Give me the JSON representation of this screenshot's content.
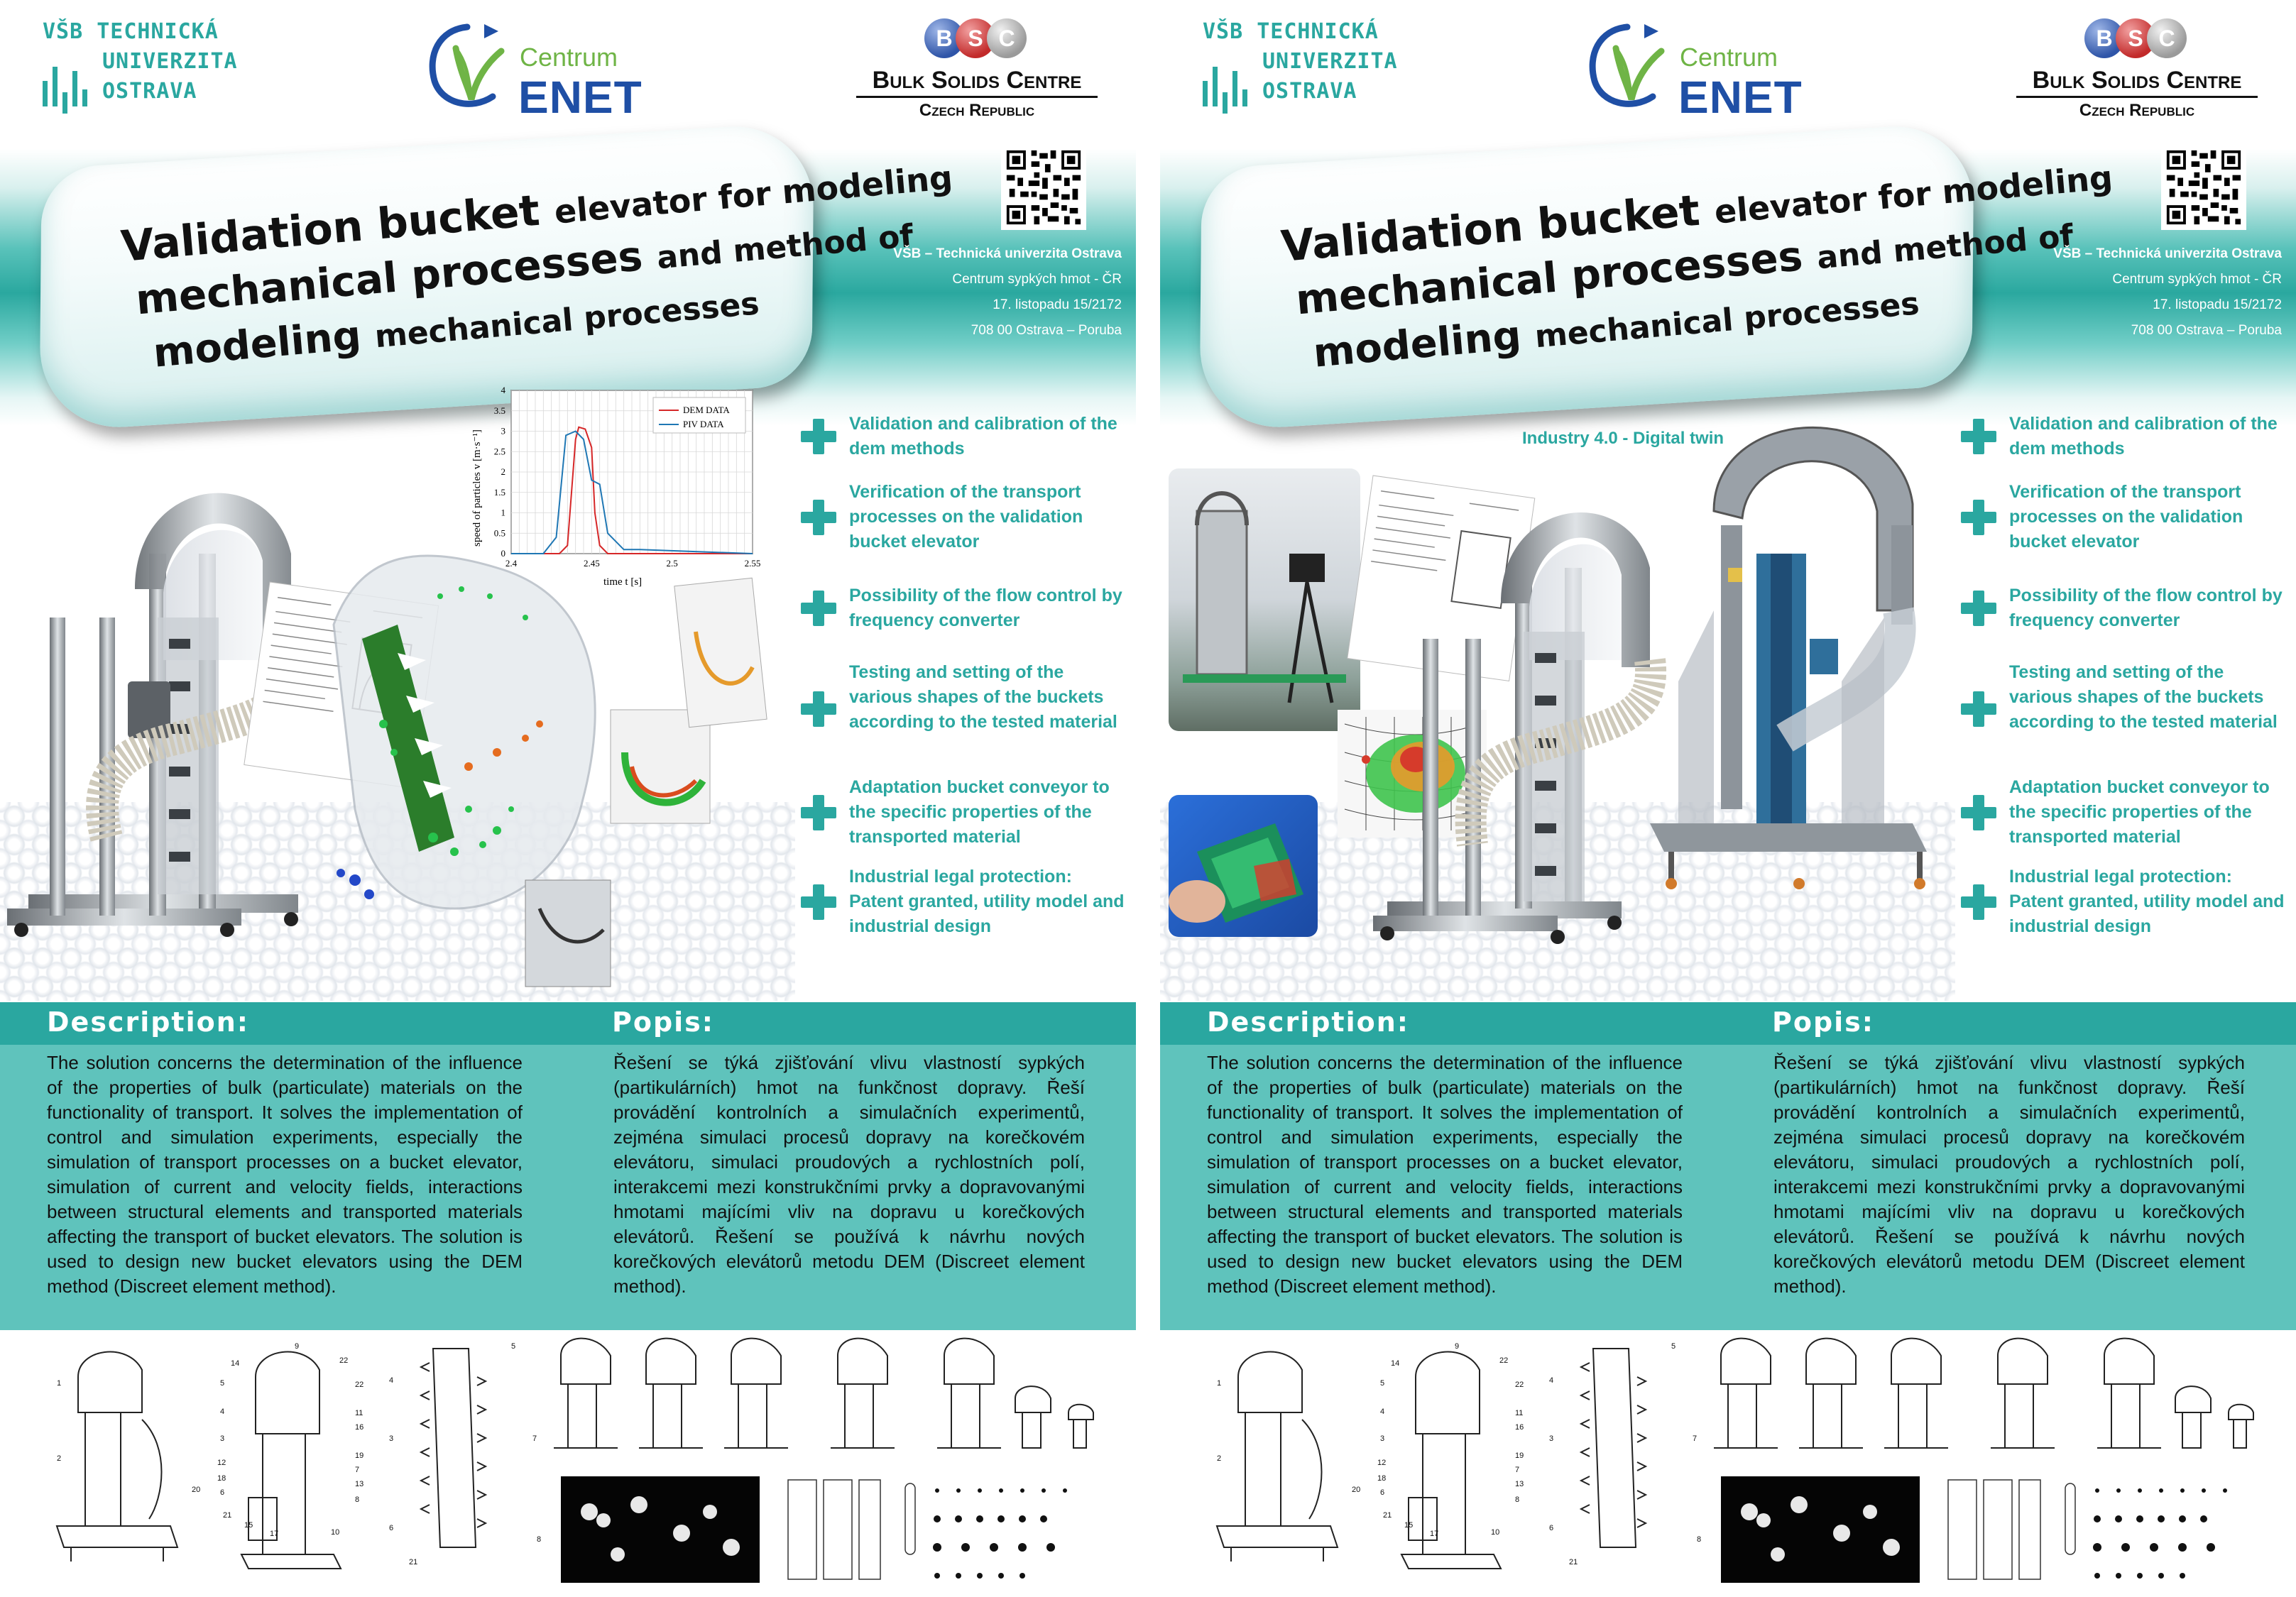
{
  "header": {
    "vsb": {
      "line1": "VŠB TECHNICKÁ",
      "line2": "UNIVERZITA",
      "line3": "OSTRAVA"
    },
    "enet": {
      "centrum": "Centrum",
      "name": "ENET"
    },
    "bsc": {
      "b": "B",
      "s": "S",
      "c": "C",
      "title": "Bulk Solids Centre",
      "subtitle": "Czech Republic"
    }
  },
  "title": {
    "line1_big": "Validation bucket ",
    "line1_small": "elevator for modeling",
    "line2_big": "mechanical processes ",
    "line2_small": "and method of",
    "line3_big": "modeling ",
    "line3_small": "mechanical processes"
  },
  "address": {
    "line0": "VŠB – Technická univerzita Ostrava",
    "line1": "Centrum sypkých hmot - ČR",
    "line2": "17. listopadu 15/2172",
    "line3": "708 00 Ostrava – Poruba"
  },
  "features": [
    "Validation and calibration of the dem methods",
    "Verification of the transport processes on the validation bucket elevator",
    "Possibility of the flow control by frequency converter",
    "Testing and setting of the various shapes of the buckets according to the tested material",
    "Adaptation bucket conveyor to the specific properties of the transported material",
    "Industrial legal protection: Patent granted, utility model and industrial design"
  ],
  "right_subtitle": "Industry 4.0 - Digital twin",
  "chart_data": {
    "type": "line",
    "xlabel": "time t [s]",
    "ylabel": "speed of particles v [m·s⁻¹]",
    "xlim": [
      2.4,
      2.55
    ],
    "ylim": [
      0,
      4
    ],
    "xticks": [
      "2.4",
      "2.45",
      "2.5",
      "2.55"
    ],
    "yticks": [
      "0",
      "0.5",
      "1",
      "1.5",
      "2",
      "2.5",
      "3",
      "3.5",
      "4"
    ],
    "legend_position": "top-right",
    "grid": true,
    "series": [
      {
        "name": "DEM DATA",
        "color": "#d62728",
        "x": [
          2.4,
          2.43,
          2.435,
          2.44,
          2.442,
          2.446,
          2.45,
          2.452,
          2.455,
          2.46,
          2.55
        ],
        "y": [
          0,
          0,
          0.2,
          2.8,
          3.1,
          3.05,
          2.6,
          1.0,
          0.2,
          0,
          0
        ]
      },
      {
        "name": "PIV DATA",
        "color": "#1f77b4",
        "x": [
          2.4,
          2.42,
          2.428,
          2.434,
          2.44,
          2.445,
          2.45,
          2.455,
          2.46,
          2.47,
          2.48,
          2.55
        ],
        "y": [
          0,
          0,
          0.4,
          2.9,
          3.0,
          2.8,
          1.8,
          1.7,
          0.5,
          0.1,
          0.1,
          0
        ]
      }
    ]
  },
  "description": {
    "en_title": "Description:",
    "cz_title": "Popis:",
    "en_text": "The solution concerns the determination of the influence of the properties of bulk (particulate) materials on the functionality of transport. It solves the implementation of control and simulation experiments, especially the simulation of transport processes on a bucket elevator, simulation of current and velocity fields, interactions between structural elements and transported materials affecting the transport of bucket elevators. The solution is used to design new bucket elevators using the DEM method (Discreet element method).",
    "cz_text": "Řešení se týká zjišťování vlivu vlastností sypkých (partikulárních) hmot na funkčnost dopravy. Řeší provádění kontrolních a simulačních experimentů, zejména simulaci procesů dopravy na korečkovém elevátoru, simulaci proudových a rychlostních polí, interakcemi mezi konstrukčními prvky a dopravovanými hmotami majícími vliv na dopravu u korečkových elevátorů. Řešení se používá k návrhu nových korečkových elevátorů metodu DEM (Discreet element method)."
  },
  "drawing_labels": {
    "d1": [
      "1",
      "2",
      "20"
    ],
    "d2": [
      "14",
      "9",
      "22",
      "5",
      "22",
      "11",
      "4",
      "16",
      "3",
      "19",
      "12",
      "7",
      "18",
      "13",
      "6",
      "8",
      "21",
      "15",
      "17",
      "10"
    ],
    "d3": [
      "5",
      "4",
      "3",
      "7",
      "6",
      "21",
      "8"
    ]
  },
  "colors": {
    "teal": "#2aa7a0",
    "teal_light": "#5fc3bc",
    "enet_blue": "#1f4fa5",
    "enet_green": "#6fb446"
  }
}
